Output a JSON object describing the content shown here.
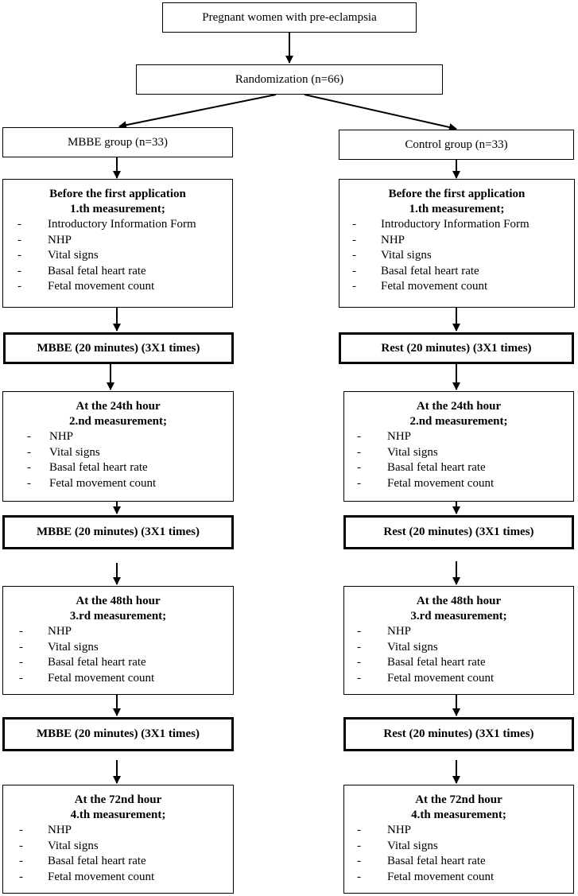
{
  "top": {
    "population": "Pregnant women with pre-eclampsia",
    "randomization": "Randomization (n=66)"
  },
  "groups": [
    {
      "label": "MBBE group (n=33)",
      "intervention": "MBBE (20 minutes) (3X1 times)",
      "measurements": [
        {
          "time": "Before the first application",
          "label": "1.th measurement;",
          "items": [
            "Introductory Information Form",
            "NHP",
            "Vital signs",
            "Basal fetal heart rate",
            "Fetal movement count"
          ]
        },
        {
          "time": "At the 24th hour",
          "label": "2.nd measurement;",
          "items": [
            "NHP",
            "Vital signs",
            "Basal fetal heart rate",
            "Fetal movement count"
          ]
        },
        {
          "time": "At the 48th hour",
          "label": "3.rd measurement;",
          "items": [
            "NHP",
            "Vital signs",
            "Basal fetal heart rate",
            "Fetal movement count"
          ]
        },
        {
          "time": "At the 72nd hour",
          "label": "4.th measurement;",
          "items": [
            "NHP",
            "Vital signs",
            "Basal fetal heart rate",
            "Fetal movement count"
          ]
        }
      ]
    },
    {
      "label": "Control group (n=33)",
      "intervention": "Rest (20 minutes) (3X1 times)",
      "measurements": [
        {
          "time": "Before the first application",
          "label": "1.th measurement;",
          "items": [
            "Introductory Information Form",
            "NHP",
            "Vital signs",
            "Basal fetal heart rate",
            "Fetal movement count"
          ]
        },
        {
          "time": "At the 24th hour",
          "label": "2.nd measurement;",
          "items": [
            "NHP",
            "Vital signs",
            "Basal fetal heart rate",
            "Fetal movement count"
          ]
        },
        {
          "time": "At the 48th hour",
          "label": "3.rd measurement;",
          "items": [
            "NHP",
            "Vital signs",
            "Basal fetal heart rate",
            "Fetal movement count"
          ]
        },
        {
          "time": "At the 72nd hour",
          "label": "4.th measurement;",
          "items": [
            "NHP",
            "Vital signs",
            "Basal fetal heart rate",
            "Fetal movement count"
          ]
        }
      ]
    }
  ],
  "bullet": "-"
}
